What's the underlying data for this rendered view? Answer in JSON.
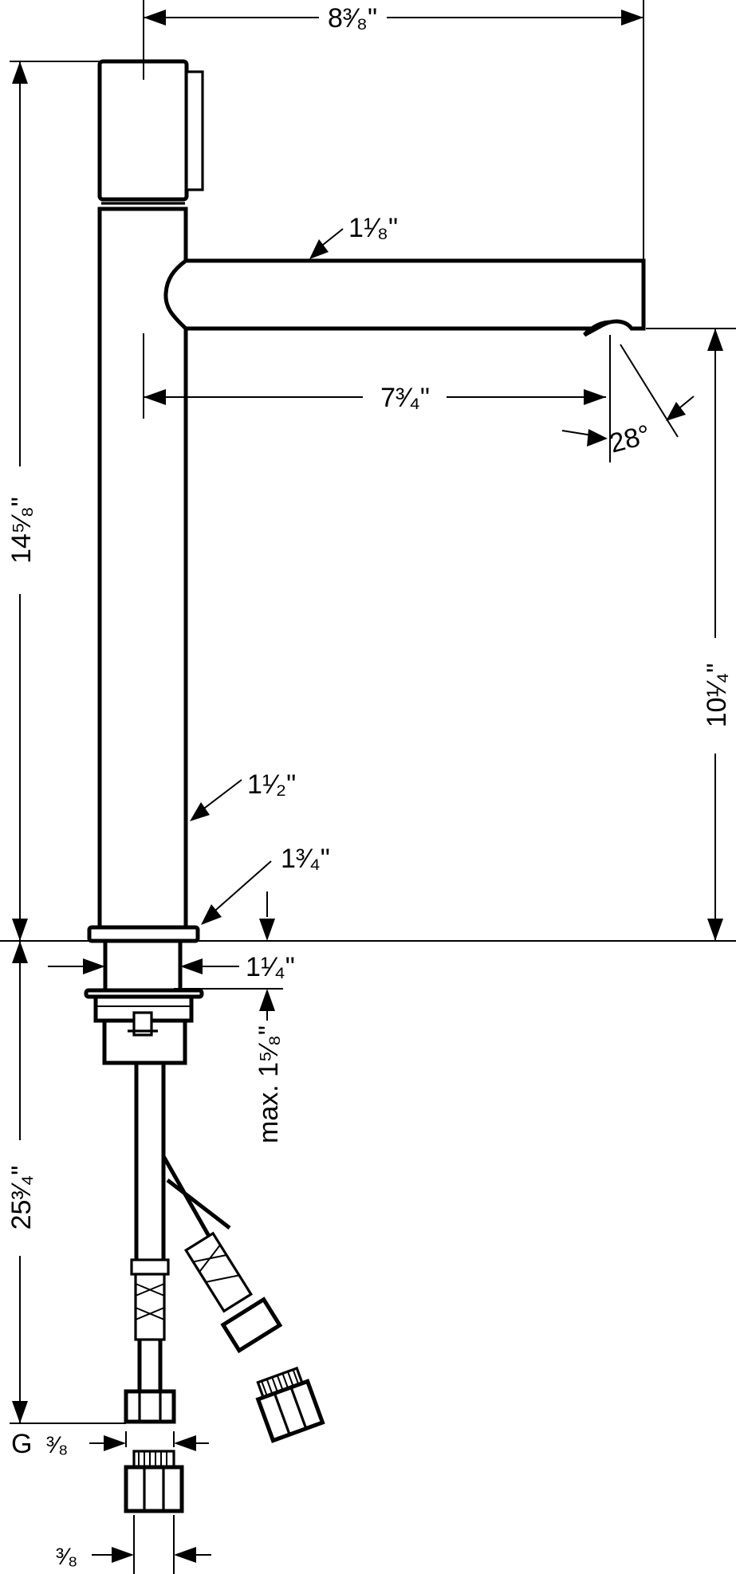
{
  "dimensions": {
    "overall_reach": "8³⁄₈\"",
    "spout_diameter": "1¹⁄₈\"",
    "spout_reach": "7³⁄₄\"",
    "spout_angle": "28°",
    "total_height": "14⁵⁄₈\"",
    "spout_height": "10¹⁄₄\"",
    "body_diameter": "1¹⁄₂\"",
    "base_diameter": "1³⁄₄\"",
    "shank_diameter": "1¹⁄₄\"",
    "max_deck_thickness": "max. 1⁵⁄₈\"",
    "hose_length": "25³⁄₄\"",
    "thread_label": "G",
    "thread_size": "³⁄₈",
    "connector_size": "³⁄₈"
  }
}
